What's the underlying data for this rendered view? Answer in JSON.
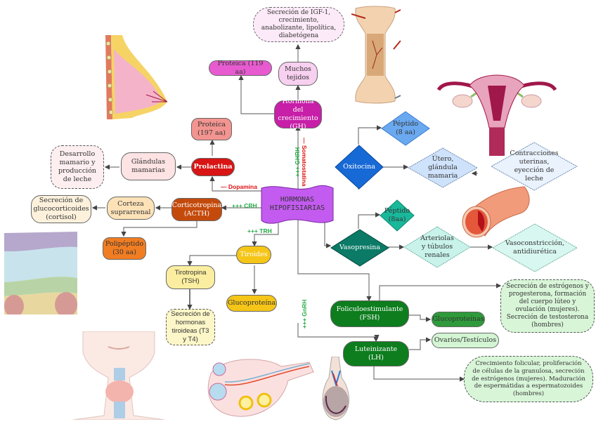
{
  "central": {
    "title_line1": "HORMONAS",
    "title_line2": "HIPOFISIARIAS"
  },
  "growth_hormone": {
    "name": "Hormona del crecimiento (GH)",
    "type": "Proteica (119 aa)",
    "target": "Muchos tejidos",
    "effect": "Secreción de IGF-1, crecimiento, anabolizante, lipolítica, diabetógena",
    "stimulator": "+++ GHRH",
    "inhibitor": "— Somatostatina"
  },
  "prolactin": {
    "name": "Prolactina",
    "type": "Proteica (197 aa)",
    "target": "Glándulas mamarias",
    "effect": "Desarrollo mamario y producción de leche",
    "inhibitor": "— Dopamina"
  },
  "acth": {
    "name": "Corticotropina (ACTH)",
    "type": "Polipéptido (30 aa)",
    "target": "Corteza suprarrenal",
    "effect": "Secreción de glucocorticoides (cortisol)",
    "stimulator": "+++ CRH"
  },
  "tsh": {
    "gland": "Tiroides",
    "name": "Tirotropina (TSH)",
    "type": "Glucoproteína",
    "effect": "Secreción de hormonas tiroideas (T3 y T4)",
    "stimulator": "+++ TRH"
  },
  "oxytocin": {
    "name": "Oxitocina",
    "type": "Péptido (8 aa)",
    "target": "Útero, glándula mamaria",
    "effect": "Contracciones uterinas, eyección de leche"
  },
  "vasopressin": {
    "name": "Vasopresina",
    "type": "Péptido (8aa)",
    "target": "Arteriolas y túbulos renales",
    "effect": "Vasoconstricción, antidiurética"
  },
  "gonadotropins": {
    "stimulator": "+++ GnRH",
    "fsh": {
      "name": "Foliculoestimulante (FSH)",
      "effect": "Secreción de estrógenos y progesterona, formación del cuerpo lúteo y ovulación (mujeres). Secreción de testosterona (hombres)"
    },
    "lh": {
      "name": "Luteinizante (LH)",
      "effect": "Crecimiento folicular, proliferación de células de la granulosa, secreción de estrógenos (mujeres). Maduración de espermátidas a espermatozoides (hombres)"
    },
    "type": "Glucoproteínas",
    "target": "Ovarios/Testículos"
  },
  "colors": {
    "gh": "#c71fa8",
    "gh_light": "#f7d6f2",
    "gh_type": "#e85bd0",
    "prolactin": "#d81414",
    "prolactin_type": "#f39490",
    "prolactin_light": "#fde3e3",
    "acth": "#c44a0c",
    "acth_type": "#f17d22",
    "acth_light": "#fde2b8",
    "thyroid": "#f5c518",
    "tsh_light": "#fbeea0",
    "oxytocin": "#1769d6",
    "oxytocin_type": "#6aa9f0",
    "oxytocin_light": "#cfe2fb",
    "vasopressin": "#0b7a66",
    "vasopressin_type": "#1ab89a",
    "vasopressin_light": "#c8f2ea",
    "gonad": "#0d7d1e",
    "gonad_light": "#d3f5d3",
    "central": "#c35bf0"
  }
}
